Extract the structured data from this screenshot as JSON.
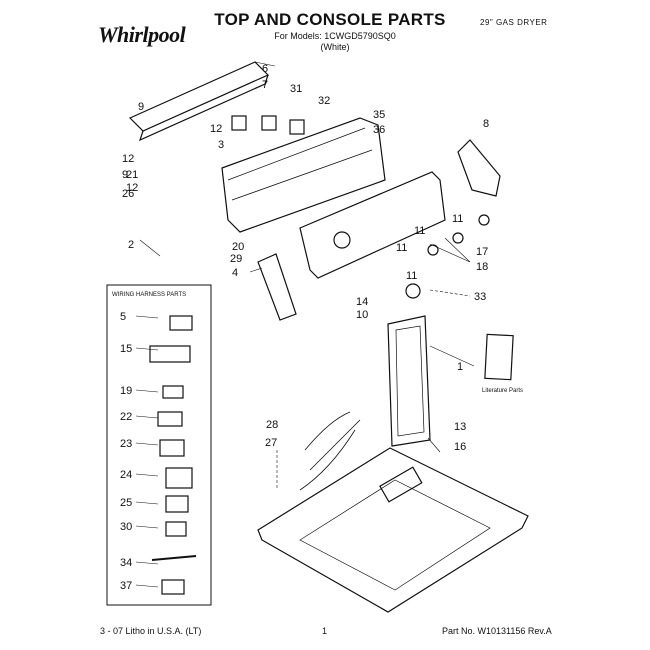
{
  "header": {
    "brand": "Whirlpool",
    "title": "TOP AND CONSOLE PARTS",
    "models_line1": "For Models: 1CWGD5790SQ0",
    "models_line2": "(White)",
    "product": "29\" GAS DRYER"
  },
  "wiring_box_title": "WIRING HARNESS PARTS",
  "literature_label": "Literature Parts",
  "footer": {
    "left": "3 - 07 Litho in U.S.A. (LT)",
    "center": "1",
    "right": "Part No. W10131156 Rev.A"
  },
  "callouts": [
    {
      "id": "c6",
      "text": "6"
    },
    {
      "id": "c7",
      "text": "7"
    },
    {
      "id": "c31",
      "text": "31"
    },
    {
      "id": "c32",
      "text": "32"
    },
    {
      "id": "c9a",
      "text": "9"
    },
    {
      "id": "c35",
      "text": "35"
    },
    {
      "id": "c36",
      "text": "36"
    },
    {
      "id": "c8",
      "text": "8"
    },
    {
      "id": "c12a",
      "text": "12"
    },
    {
      "id": "c3",
      "text": "3"
    },
    {
      "id": "c12b",
      "text": "12"
    },
    {
      "id": "c9b",
      "text": "9"
    },
    {
      "id": "c21",
      "text": "21"
    },
    {
      "id": "c26",
      "text": "26"
    },
    {
      "id": "c12c",
      "text": "12"
    },
    {
      "id": "c11a",
      "text": "11"
    },
    {
      "id": "c11b",
      "text": "11"
    },
    {
      "id": "c11c",
      "text": "11"
    },
    {
      "id": "c17",
      "text": "17"
    },
    {
      "id": "c2",
      "text": "2"
    },
    {
      "id": "c20",
      "text": "20"
    },
    {
      "id": "c29",
      "text": "29"
    },
    {
      "id": "c18",
      "text": "18"
    },
    {
      "id": "c4",
      "text": "4"
    },
    {
      "id": "c11d",
      "text": "11"
    },
    {
      "id": "c14",
      "text": "14"
    },
    {
      "id": "c33",
      "text": "33"
    },
    {
      "id": "c10",
      "text": "10"
    },
    {
      "id": "c1",
      "text": "1"
    },
    {
      "id": "c28",
      "text": "28"
    },
    {
      "id": "c13",
      "text": "13"
    },
    {
      "id": "c27",
      "text": "27"
    },
    {
      "id": "c16",
      "text": "16"
    }
  ],
  "harness_numbers": [
    "5",
    "15",
    "19",
    "22",
    "23",
    "24",
    "25",
    "30",
    "34",
    "37"
  ]
}
